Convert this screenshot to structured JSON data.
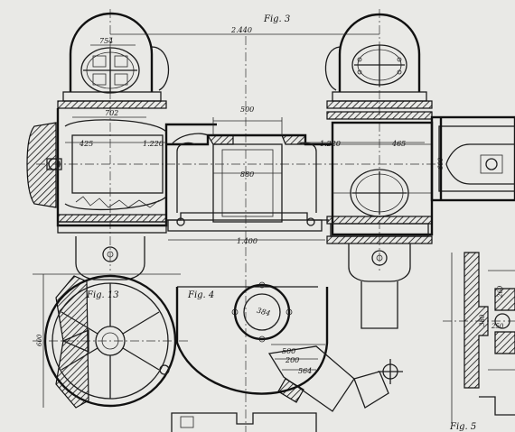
{
  "figures": {
    "fig3": "Fig. 3",
    "fig4": "Fig. 4",
    "fig13": "Fig. 13",
    "fig5": "Fig. 5"
  },
  "dimensions": {
    "d2440": "2.440",
    "d754": "754",
    "d702": "702",
    "d425": "425",
    "d1220_left": "1.220",
    "d1220_right": "1.220",
    "d500_top": "500",
    "d465": "465",
    "d880": "880",
    "d1400": "1.400",
    "d600_right": "600",
    "d600_left": "600",
    "d384": "384",
    "d500_low": "500",
    "d200_low": "200",
    "d564": "564",
    "d260": "260",
    "d250": "250",
    "d380": "380"
  }
}
